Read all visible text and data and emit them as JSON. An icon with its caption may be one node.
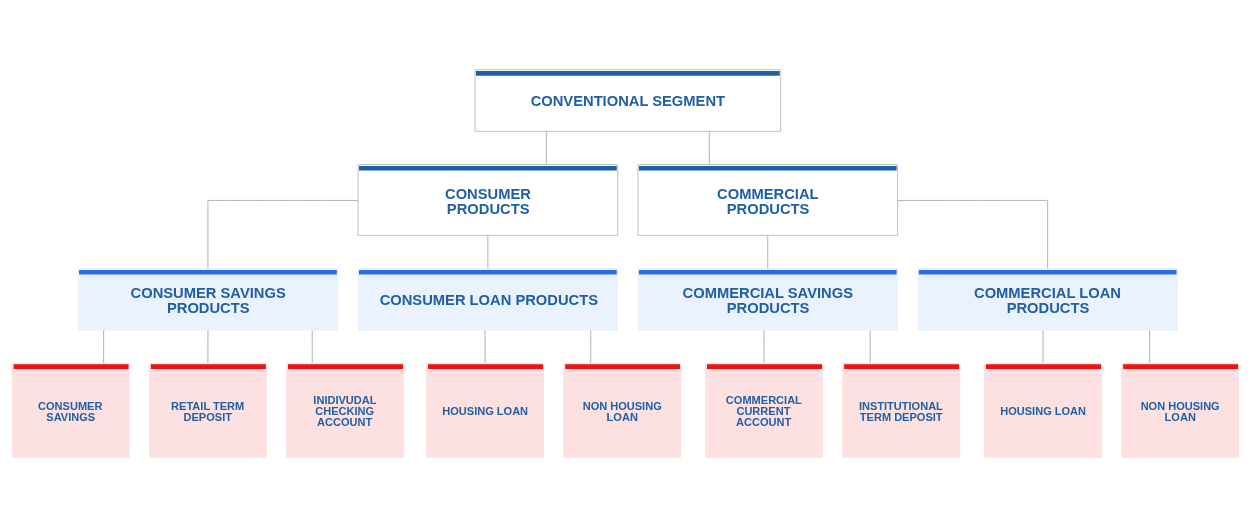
{
  "diagram": {
    "nodes": [
      {
        "text": [
          "CONVENTIONAL SEGMENT"
        ]
      },
      {
        "text": [
          "CONSUMER PRODUCTS"
        ]
      },
      {
        "text": [
          "COMMERCIAL PRODUCTS"
        ]
      },
      {
        "text": [
          "CONSUMER SAVINGS PRODUCTS"
        ]
      },
      {
        "text": [
          "CONSUMER LOAN PRODUCTS"
        ]
      },
      {
        "text": [
          "COMMERCIAL SAVINGS PRODUCTS"
        ]
      },
      {
        "text": [
          "COMMERCIAL LOAN PRODUCTS"
        ]
      },
      {
        "text": [
          "CONSUMER SAVINGS"
        ]
      },
      {
        "text": [
          "RETAIL TERM DEPOSIT"
        ]
      },
      {
        "text": [
          "INIDIVUDAL CHECKING ACCOUNT"
        ]
      },
      {
        "text": [
          "HOUSING LOAN"
        ]
      },
      {
        "text": [
          "NON HOUSING LOAN"
        ]
      },
      {
        "text": [
          "COMMERCIAL CURRENT ACCOUNT"
        ]
      },
      {
        "text": [
          "INSTITUTIONAL TERM DEPOSIT"
        ]
      },
      {
        "text": [
          "HOUSING LOAN"
        ]
      },
      {
        "text": [
          "NON HOUSING LOAN"
        ]
      }
    ],
    "edges": [
      {
        "from": 0,
        "to": 1,
        "arrow": "none"
      },
      {
        "from": 0,
        "to": 2,
        "arrow": "none"
      },
      {
        "from": 1,
        "to": 3,
        "arrow": "none"
      },
      {
        "from": 1,
        "to": 4,
        "arrow": "none"
      },
      {
        "from": 2,
        "to": 5,
        "arrow": "none"
      },
      {
        "from": 2,
        "to": 6,
        "arrow": "none"
      },
      {
        "from": 3,
        "to": 7,
        "arrow": "none"
      },
      {
        "from": 3,
        "to": 8,
        "arrow": "none"
      },
      {
        "from": 3,
        "to": 9,
        "arrow": "none"
      },
      {
        "from": 4,
        "to": 10,
        "arrow": "none"
      },
      {
        "from": 4,
        "to": 11,
        "arrow": "none"
      },
      {
        "from": 5,
        "to": 12,
        "arrow": "none"
      },
      {
        "from": 5,
        "to": 13,
        "arrow": "none"
      },
      {
        "from": 6,
        "to": 14,
        "arrow": "none"
      },
      {
        "from": 6,
        "to": 15,
        "arrow": "none"
      }
    ]
  }
}
